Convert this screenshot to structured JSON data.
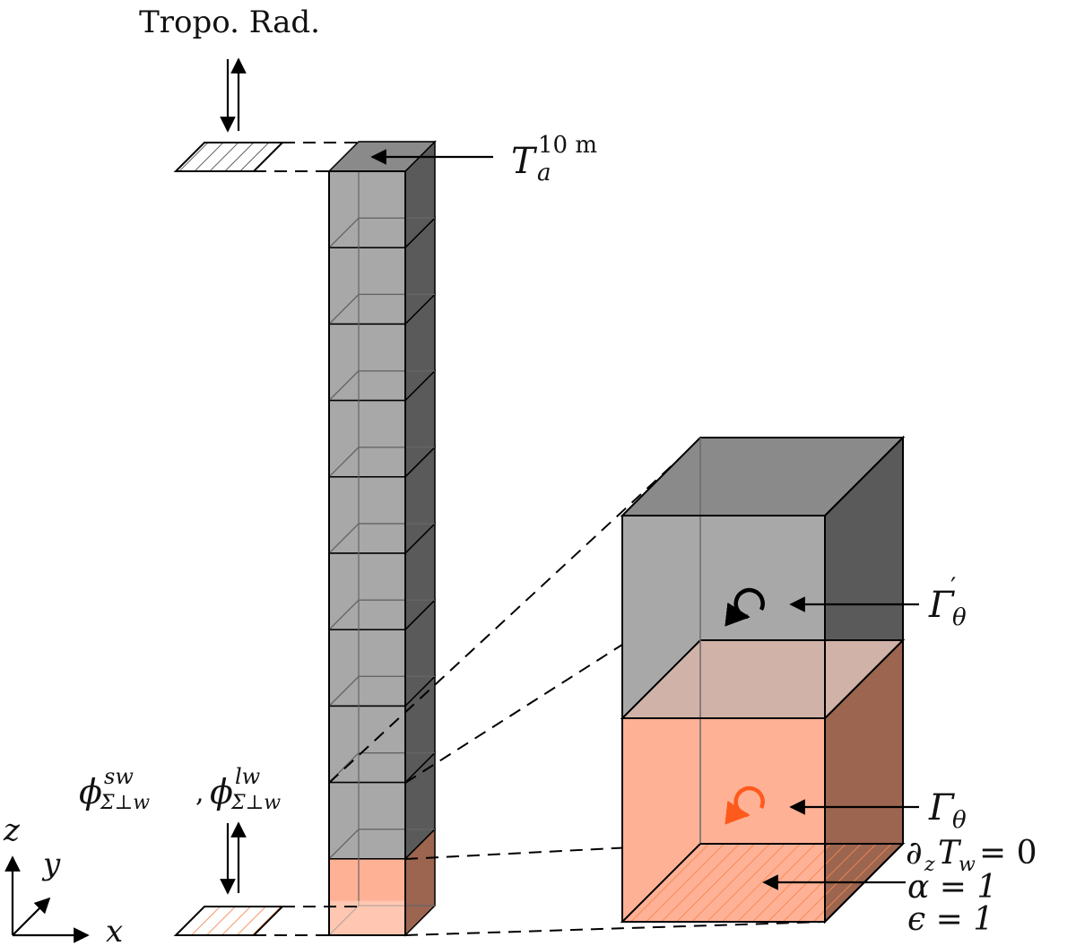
{
  "labels": {
    "top_forcing": "Tropo. Rad.",
    "air_temp": {
      "base": "T",
      "sub": "a",
      "sup": "10 m"
    },
    "surface_flux": {
      "sw": {
        "base": "ϕ",
        "sup": "sw",
        "sub": "Σ⊥w"
      },
      "sep": ",",
      "lw": {
        "base": "ϕ",
        "sup": "lw",
        "sub": "Σ⊥w"
      }
    },
    "gamma_prime": {
      "base": "Γ",
      "sub": "θ",
      "sup": "′"
    },
    "gamma": {
      "base": "Γ",
      "sub": "θ"
    },
    "bc_flux": {
      "op": "∂",
      "op_sub": "z",
      "var": "T",
      "var_sub": "w",
      "rhs": "= 0"
    },
    "bc_albedo": "α = 1",
    "bc_emissivity": "ϵ = 1",
    "axes": {
      "x": "x",
      "y": "y",
      "z": "z"
    }
  },
  "colors": {
    "air_front": "#a8a8a8",
    "air_top": "#8a8a8a",
    "air_side": "#5a5a5a",
    "water_front": "#ffb196",
    "water_top": "#d0b2a8",
    "water_side": "#9c6550",
    "hatch_orange": "#f4864f",
    "hatch_black": "#333333",
    "circ_black": "#000000",
    "circ_orange": "#ff5a1e"
  },
  "column": {
    "air_cells": 9,
    "water_cells": 1
  },
  "icons": [
    "circulation-icon",
    "hatched-surface-icon",
    "arrow-icon"
  ]
}
